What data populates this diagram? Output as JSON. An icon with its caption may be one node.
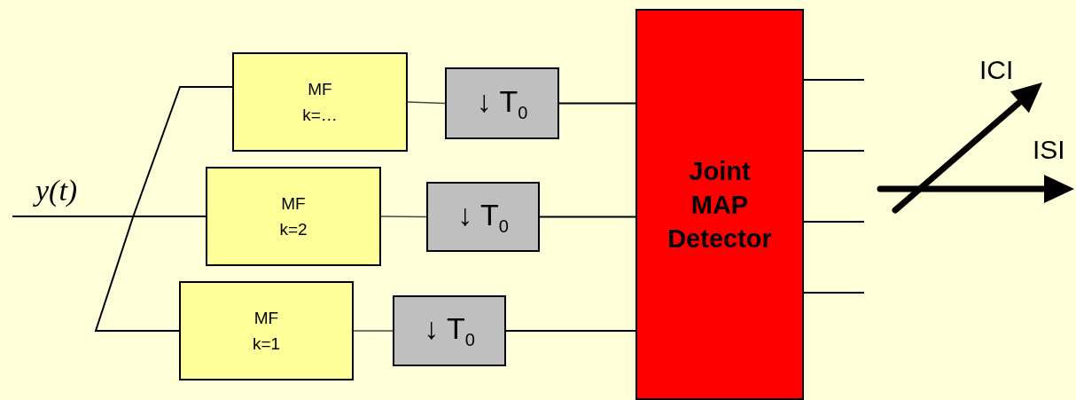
{
  "diagram": {
    "nodes": [
      {
        "text": [
          "MF k=…"
        ]
      },
      {
        "text": [
          "↓ T$_{0}$"
        ]
      },
      {
        "text": [
          "MF k=2"
        ]
      },
      {
        "text": [
          "↓ T$_{0}$"
        ]
      },
      {
        "text": [
          "MF k=1"
        ]
      },
      {
        "text": [
          "↓ T$_{0}$"
        ]
      },
      {
        "text": [
          "Joint MAP Detector"
        ]
      }
    ],
    "edges": [
      {
        "from": null,
        "to": 0,
        "arrow": "none"
      },
      {
        "from": null,
        "to": 2,
        "arrow": "none"
      },
      {
        "from": null,
        "to": 4,
        "arrow": "none"
      },
      {
        "from": 0,
        "to": 1,
        "arrow": "none"
      },
      {
        "from": 2,
        "to": 3,
        "arrow": "none"
      },
      {
        "from": 4,
        "to": 5,
        "arrow": "none"
      },
      {
        "from": 1,
        "to": 6,
        "arrow": "none"
      },
      {
        "from": 3,
        "to": 6,
        "arrow": "none"
      },
      {
        "from": 5,
        "to": 6,
        "arrow": "none"
      },
      {
        "from": 6,
        "to": null,
        "arrow": "none"
      },
      {
        "from": 6,
        "to": null,
        "arrow": "none"
      },
      {
        "from": 6,
        "to": null,
        "arrow": "none"
      },
      {
        "from": 6,
        "to": null,
        "arrow": "none"
      }
    ],
    "labels": [
      "y(t)",
      "ICI",
      "ISI"
    ]
  }
}
